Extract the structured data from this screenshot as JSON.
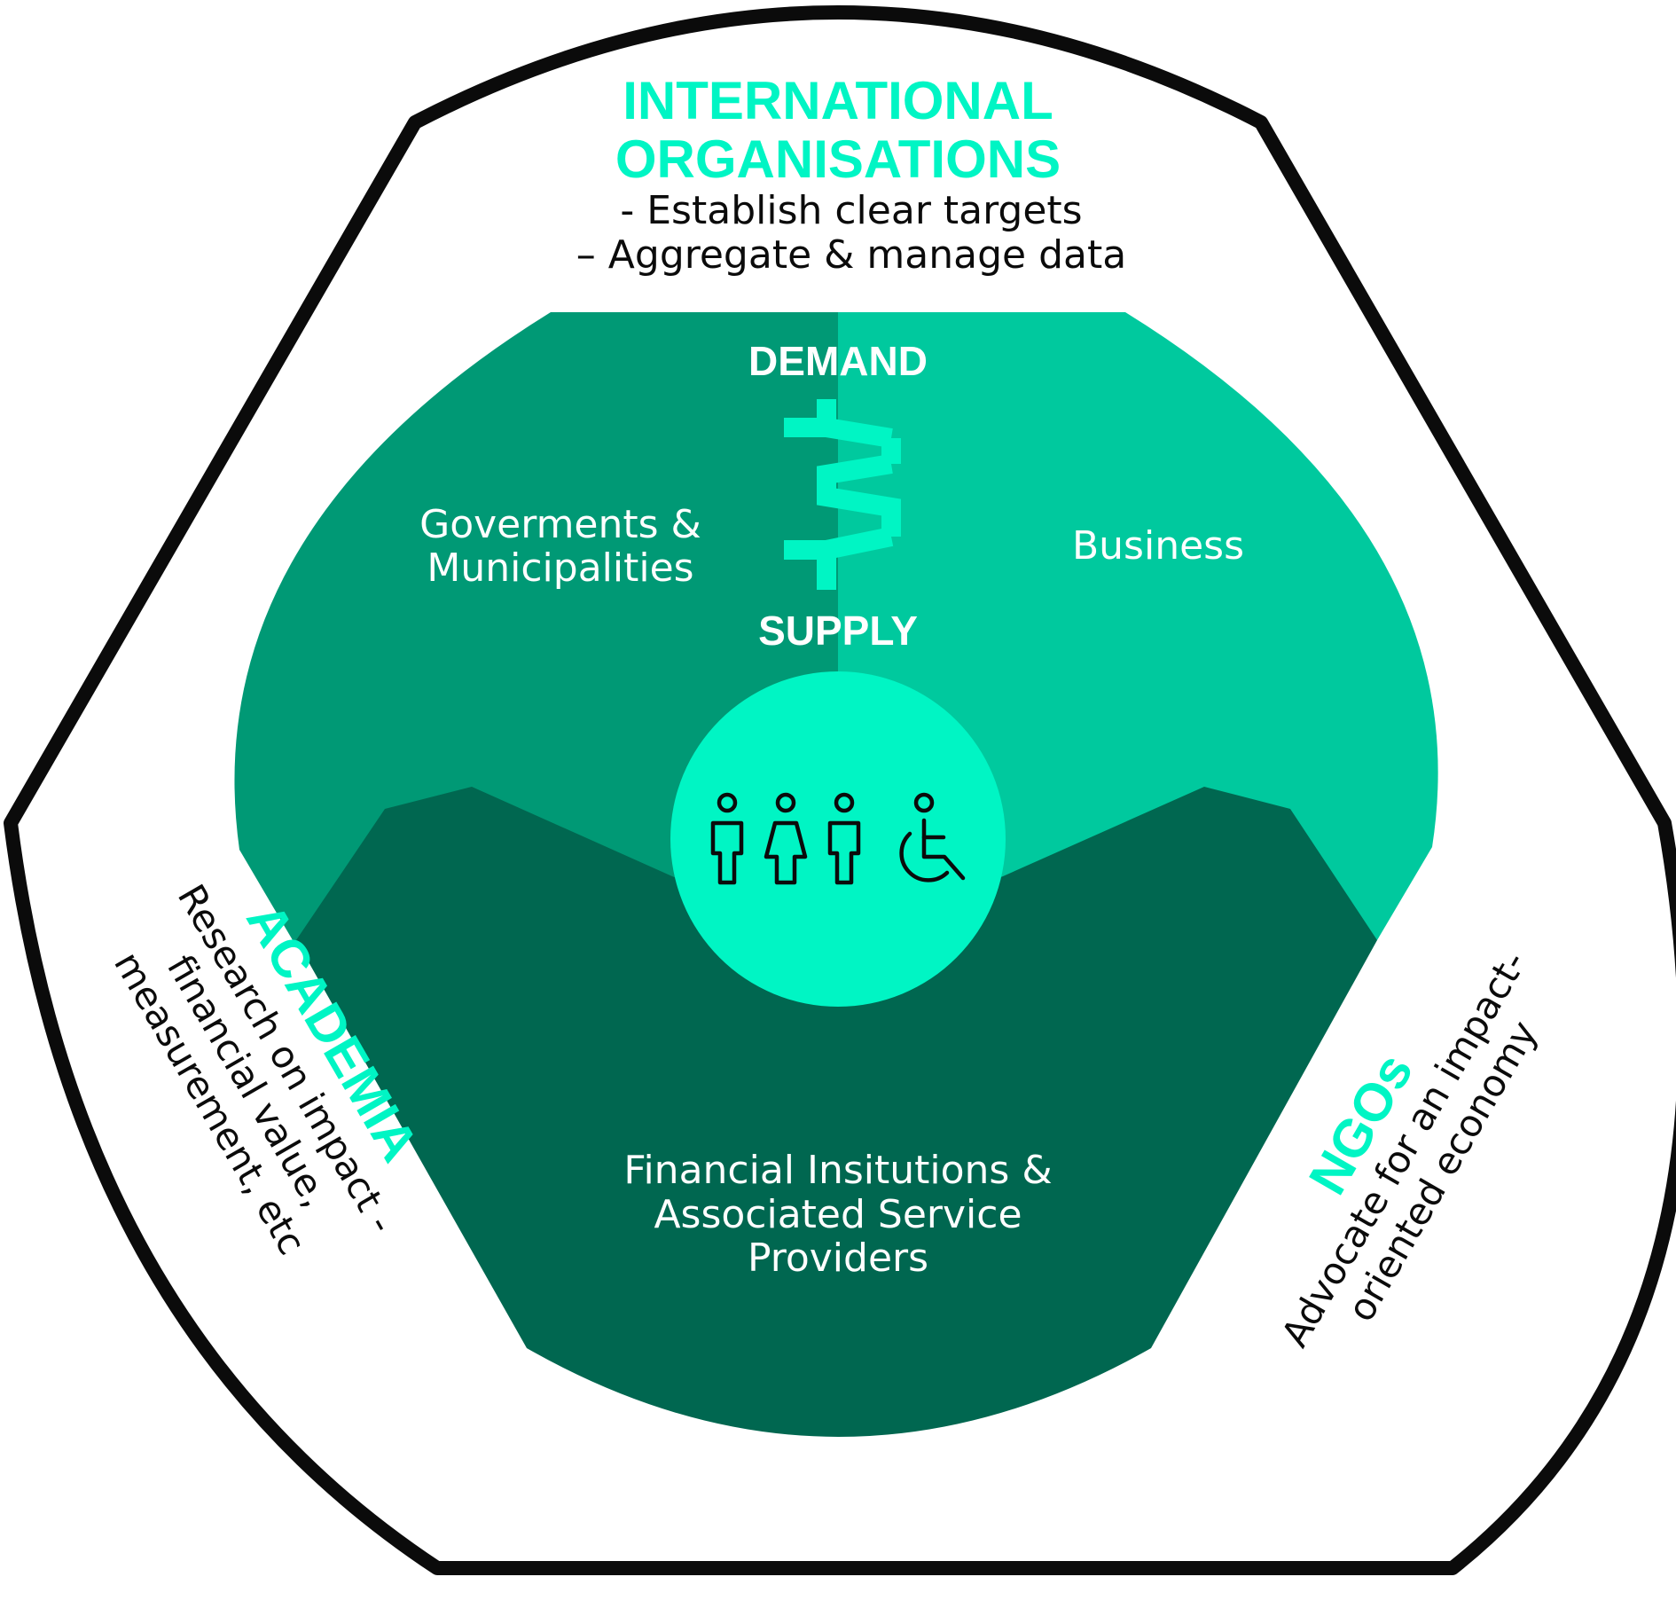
{
  "colors": {
    "outline": "#0b0b0b",
    "accent": "#00f5c4",
    "mid_green": "#009975",
    "light_green": "#00c99e",
    "dark_green": "#006750",
    "text_white": "#ffffff",
    "text_black": "#0b0b0b"
  },
  "international": {
    "title_line1": "INTERNATIONAL",
    "title_line2": "ORGANISATIONS",
    "item1": "- Establish clear targets",
    "item2": "– Aggregate & manage data"
  },
  "flow": {
    "demand": "DEMAND",
    "supply": "SUPPLY"
  },
  "sectors": {
    "government_line1": "Goverments &",
    "government_line2": "Municipalities",
    "business": "Business",
    "financial_line1": "Financial Insitutions &",
    "financial_line2": "Associated Service",
    "financial_line3": "Providers"
  },
  "academia": {
    "title": "ACADEMIA",
    "line1": "Research on impact -",
    "line2": "financial value,",
    "line3": "measurement, etc"
  },
  "ngos": {
    "title": "NGOs",
    "line1": "Advocate for an impact-",
    "line2": "oriented economy"
  },
  "center_icons": [
    "person-icon",
    "woman-icon",
    "person-icon",
    "wheelchair-icon"
  ]
}
